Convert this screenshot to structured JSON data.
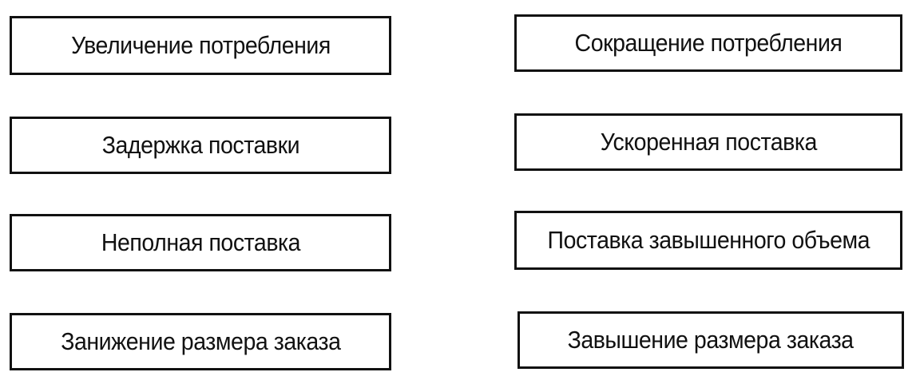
{
  "left_column": [
    {
      "label": "Увеличение потребления"
    },
    {
      "label": "Задержка поставки"
    },
    {
      "label": "Неполная поставка"
    },
    {
      "label": "Занижение размера заказа"
    }
  ],
  "right_column": [
    {
      "label": "Сокращение потребления"
    },
    {
      "label": "Ускоренная поставка"
    },
    {
      "label": "Поставка завышенного объема"
    },
    {
      "label": "Завышение размера заказа"
    }
  ]
}
